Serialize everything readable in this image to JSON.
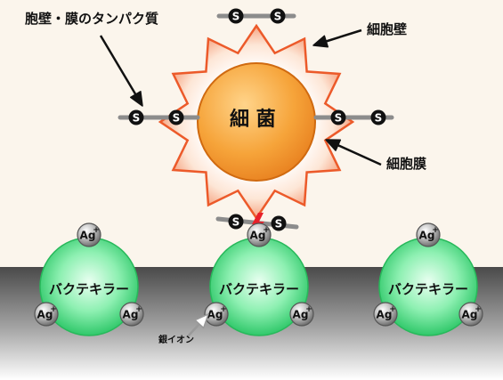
{
  "labels": {
    "protein": "胞壁・膜のタンパク質",
    "cell_wall": "細胞壁",
    "cell_membrane": "細胞膜",
    "bacterium": "細 菌",
    "silver_ion": "銀イオン"
  },
  "s_symbol": "S",
  "ag": {
    "base": "Ag",
    "charge": "+"
  },
  "bacteki_label": "バクテキラー",
  "colors": {
    "background": "#fbf5ec",
    "bacterium_core": "#f39a2c",
    "bacteria_wall_outline": "#ec5a2a",
    "bacteki_green": "#3fd37a",
    "lightning": "#e8202a"
  }
}
